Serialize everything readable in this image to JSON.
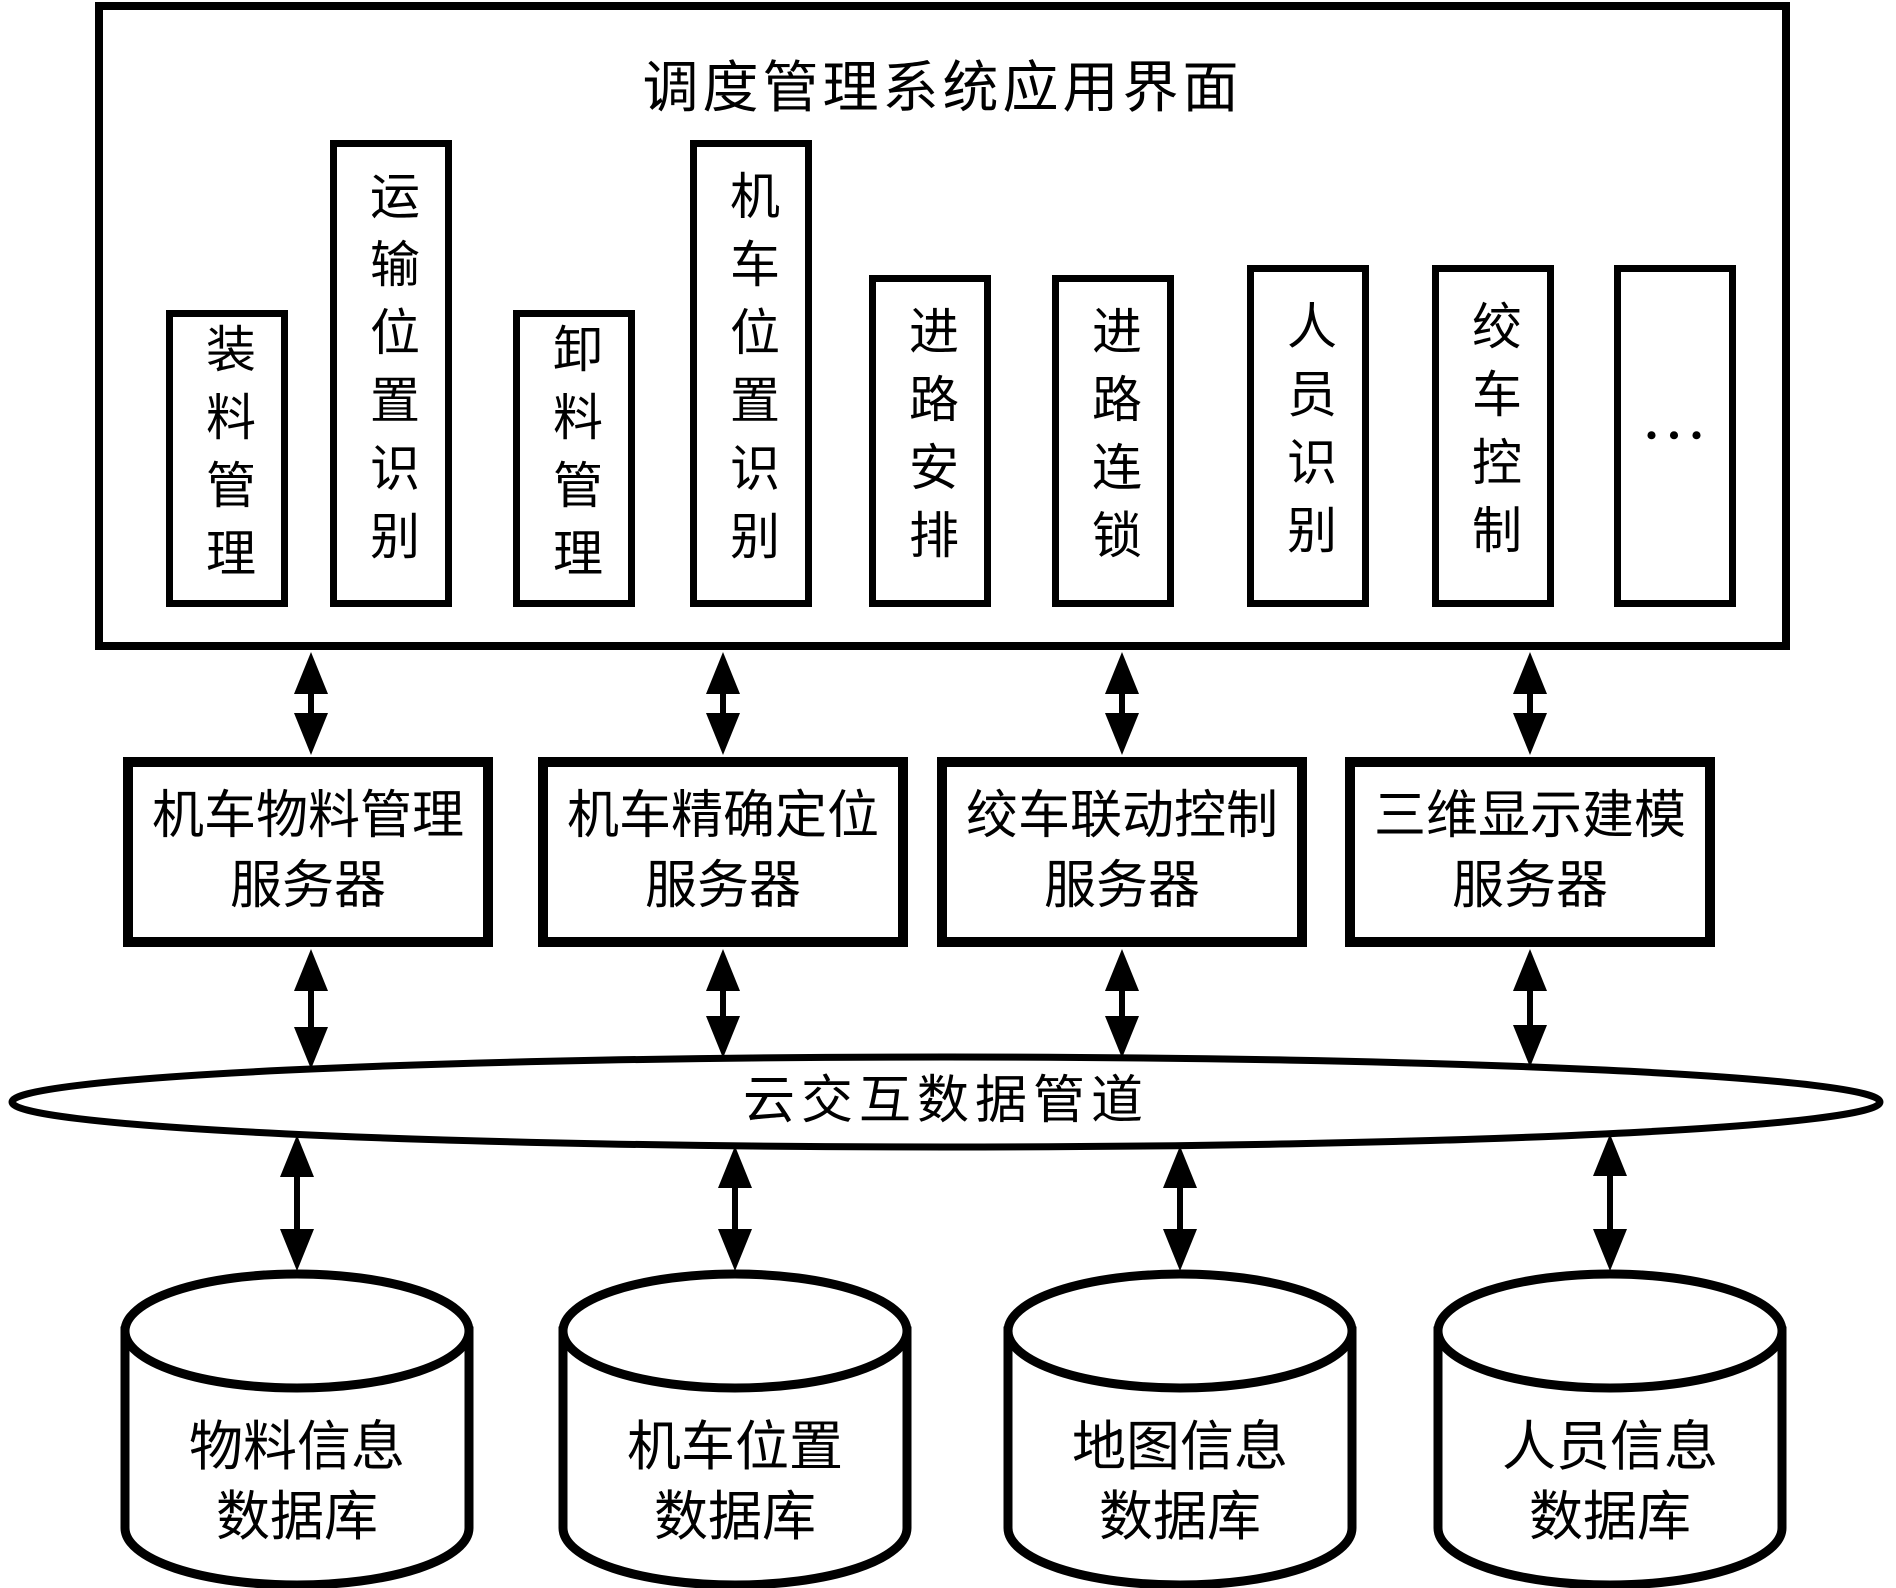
{
  "app_interface": {
    "title": "调度管理系统应用界面",
    "modules": [
      {
        "label": "装料管理"
      },
      {
        "label": "运输位置识别"
      },
      {
        "label": "卸料管理"
      },
      {
        "label": "机车位置识别"
      },
      {
        "label": "进路安排"
      },
      {
        "label": "进路连锁"
      },
      {
        "label": "人员识别"
      },
      {
        "label": "绞车控制"
      },
      {
        "label": "•••"
      }
    ]
  },
  "servers": [
    {
      "line1": "机车物料管理",
      "line2": "服务器"
    },
    {
      "line1": "机车精确定位",
      "line2": "服务器"
    },
    {
      "line1": "绞车联动控制",
      "line2": "服务器"
    },
    {
      "line1": "三维显示建模",
      "line2": "服务器"
    }
  ],
  "pipeline": {
    "label": "云交互数据管道"
  },
  "databases": [
    {
      "line1": "物料信息",
      "line2": "数据库"
    },
    {
      "line1": "机车位置",
      "line2": "数据库"
    },
    {
      "line1": "地图信息",
      "line2": "数据库"
    },
    {
      "line1": "人员信息",
      "line2": "数据库"
    }
  ],
  "edges": [
    {
      "from": "调度管理系统应用界面",
      "to": "机车物料管理服务器",
      "type": "bidirectional"
    },
    {
      "from": "调度管理系统应用界面",
      "to": "机车精确定位服务器",
      "type": "bidirectional"
    },
    {
      "from": "调度管理系统应用界面",
      "to": "绞车联动控制服务器",
      "type": "bidirectional"
    },
    {
      "from": "调度管理系统应用界面",
      "to": "三维显示建模服务器",
      "type": "bidirectional"
    },
    {
      "from": "机车物料管理服务器",
      "to": "云交互数据管道",
      "type": "bidirectional"
    },
    {
      "from": "机车精确定位服务器",
      "to": "云交互数据管道",
      "type": "bidirectional"
    },
    {
      "from": "绞车联动控制服务器",
      "to": "云交互数据管道",
      "type": "bidirectional"
    },
    {
      "from": "三维显示建模服务器",
      "to": "云交互数据管道",
      "type": "bidirectional"
    },
    {
      "from": "云交互数据管道",
      "to": "物料信息数据库",
      "type": "bidirectional"
    },
    {
      "from": "云交互数据管道",
      "to": "机车位置数据库",
      "type": "bidirectional"
    },
    {
      "from": "云交互数据管道",
      "to": "地图信息数据库",
      "type": "bidirectional"
    },
    {
      "from": "云交互数据管道",
      "to": "人员信息数据库",
      "type": "bidirectional"
    }
  ],
  "colors": {
    "ink": "#000000",
    "paper": "#ffffff"
  }
}
